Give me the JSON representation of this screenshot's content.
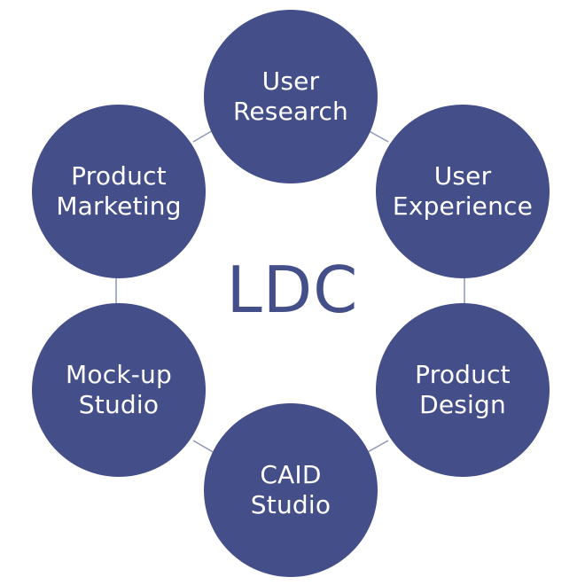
{
  "center": {
    "label": "LDC"
  },
  "nodes": [
    {
      "label": "User\nResearch"
    },
    {
      "label": "User\nExperience"
    },
    {
      "label": "Product\nDesign"
    },
    {
      "label": "CAID\nStudio"
    },
    {
      "label": "Mock-up\nStudio"
    },
    {
      "label": "Product\nMarketing"
    }
  ],
  "colors": {
    "node_fill": "#444f8a",
    "node_text": "#ffffff",
    "center_text": "#444f8a",
    "connector": "#8f96b8"
  }
}
